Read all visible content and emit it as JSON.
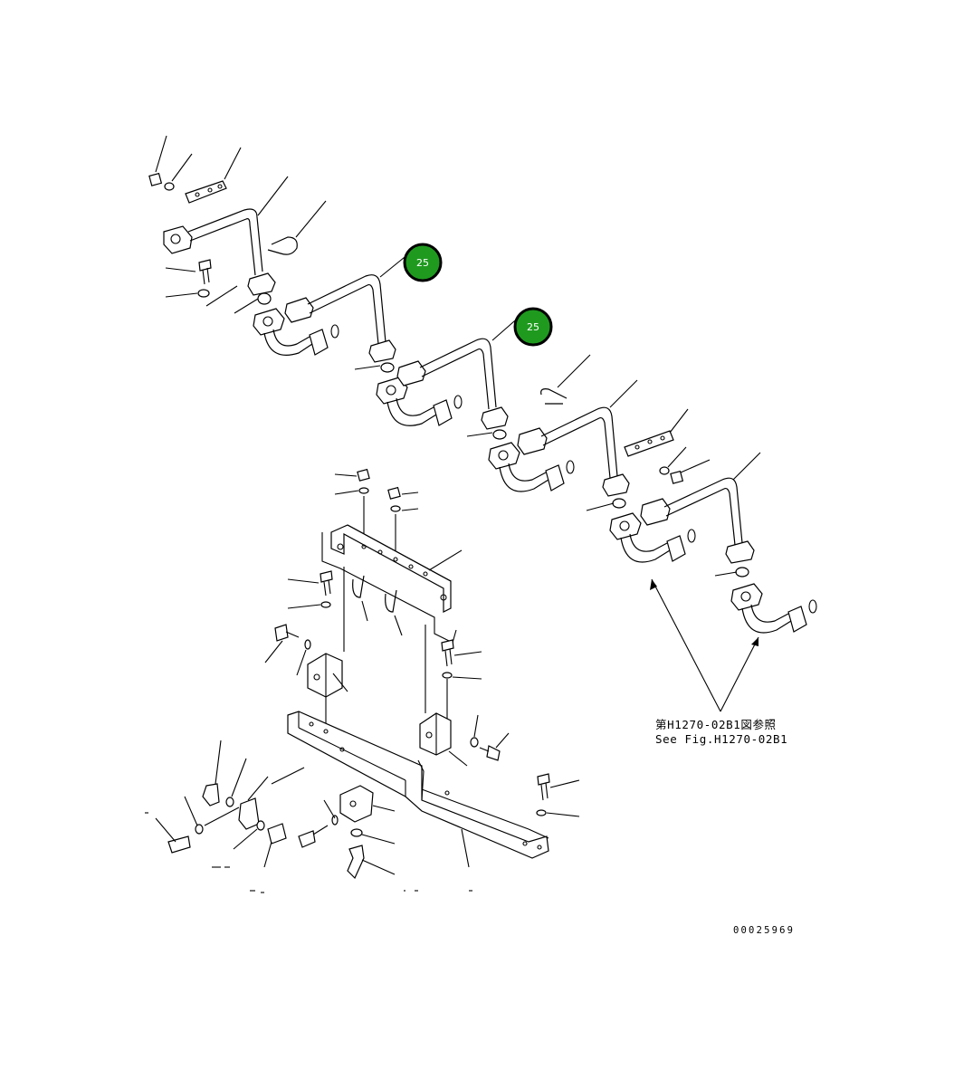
{
  "callouts": [
    {
      "label": "25",
      "color": "#1f9a1f"
    },
    {
      "label": "25",
      "color": "#1f9a1f"
    }
  ],
  "note": {
    "line1": "第H1270-02B1図参照",
    "line2": "See Fig.H1270-02B1"
  },
  "document_number": "00025969"
}
